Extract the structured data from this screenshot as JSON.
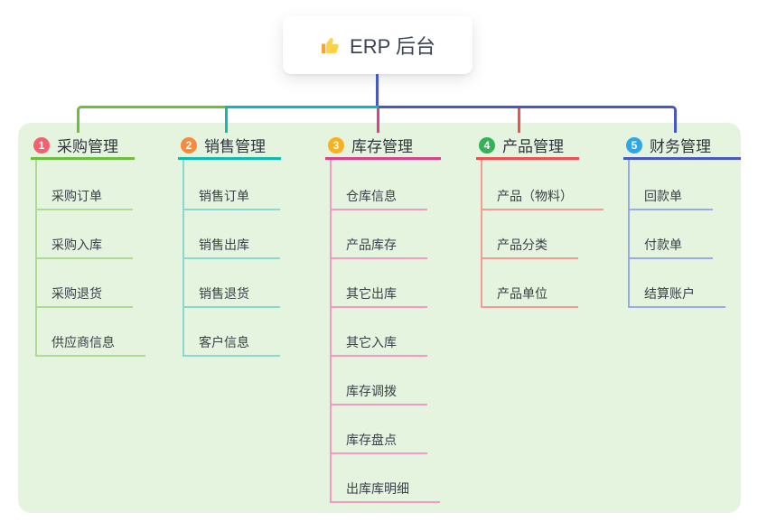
{
  "root": {
    "icon": "thumbs-up-icon",
    "title": "ERP 后台"
  },
  "branches": [
    {
      "index": "1",
      "title": "采购管理",
      "badge_color": "#f85f6e",
      "line_color": "#6cbe3e",
      "light_line_color": "#b0da94",
      "children": [
        "采购订单",
        "采购入库",
        "采购退货",
        "供应商信息"
      ]
    },
    {
      "index": "2",
      "title": "销售管理",
      "badge_color": "#f78b3d",
      "line_color": "#0fbaad",
      "light_line_color": "#8bd8d0",
      "children": [
        "销售订单",
        "销售出库",
        "销售退货",
        "客户信息"
      ]
    },
    {
      "index": "3",
      "title": "库存管理",
      "badge_color": "#fbb11d",
      "line_color": "#d8418e",
      "light_line_color": "#f19ac4",
      "children": [
        "仓库信息",
        "产品库存",
        "其它出库",
        "其它入库",
        "库存调拨",
        "库存盘点",
        "出库库明细"
      ]
    },
    {
      "index": "4",
      "title": "产品管理",
      "badge_color": "#33b257",
      "line_color": "#ef5150",
      "light_line_color": "#f59b96",
      "children": [
        "产品（物料）",
        "产品分类",
        "产品单位"
      ]
    },
    {
      "index": "5",
      "title": "财务管理",
      "badge_color": "#2ea7e9",
      "line_color": "#4758c5",
      "light_line_color": "#9aaae4",
      "children": [
        "回款单",
        "付款单",
        "结算账户"
      ]
    }
  ],
  "colors": {
    "c1": "#6cbe3e",
    "l1": "#b0da94",
    "b1": "#f85f6e",
    "c2": "#0fbaad",
    "l2": "#8bd8d0",
    "b2": "#f78b3d",
    "c3": "#d8418e",
    "l3": "#f19ac4",
    "b3": "#fbb11d",
    "c4": "#ef5150",
    "l4": "#f59b96",
    "b4": "#33b257",
    "c5": "#4758c5",
    "l5": "#9aaae4",
    "b5": "#2ea7e9",
    "panel": "#e5f4df"
  }
}
